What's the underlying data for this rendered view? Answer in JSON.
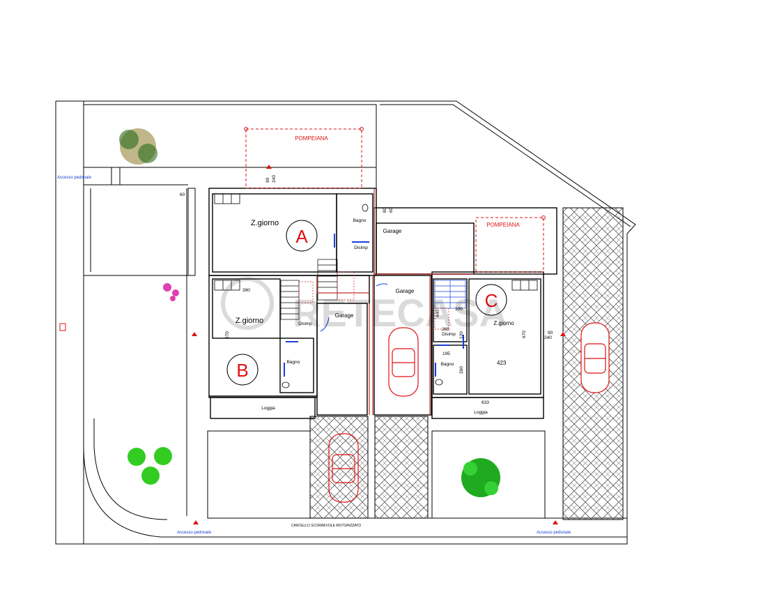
{
  "colors": {
    "wall": "#000000",
    "pergola": "#e01010",
    "label_blue": "#1a3fd6",
    "car": "#e01010",
    "tree_green": "#22b022",
    "tree_olive": "#8b7a2a",
    "paving": "#555555",
    "flower": "#e040b0"
  },
  "units": {
    "a": "A",
    "b": "B",
    "c": "C"
  },
  "labels": {
    "pompeiana_top": "POMPEIANA",
    "pompeiana_right": "POMPEIANA",
    "zgiorno_a": "Z.giorno",
    "zgiorno_b": "Z.giorno",
    "zgiorno_c": "Z.giorno",
    "bagno_a": "Bagno",
    "bagno_b": "Bagno",
    "bagno_c": "Bagno",
    "disimp_a": "Disimp",
    "disimp_b": "Disimp",
    "disimp_c": "Disimp",
    "garage_1": "Garage",
    "garage_2": "Garage",
    "garage_3": "Garage",
    "loggia_b": "Loggia",
    "loggia_c": "Loggia",
    "accesso_left": "Accesso pedonale",
    "accesso_bottom_left": "Accesso pedonale",
    "accesso_bottom_right": "Accesso pedonale",
    "cancello": "CANCELLO SCORREVOLE MOTORIZZATO"
  },
  "dimensions": {
    "d60": "60",
    "d90_top": "90",
    "d240_top": "240",
    "d80": "80",
    "d60b": "60",
    "d390": "390",
    "d670_b": "670",
    "d100": "100",
    "d400": "400",
    "d265": "265",
    "d120": "120",
    "d195": "195",
    "d260": "260",
    "d423": "423",
    "d670_c": "670",
    "d90_right": "90",
    "d240_right": "240",
    "d633": "633"
  },
  "watermark": {
    "text": "RETECASA"
  }
}
